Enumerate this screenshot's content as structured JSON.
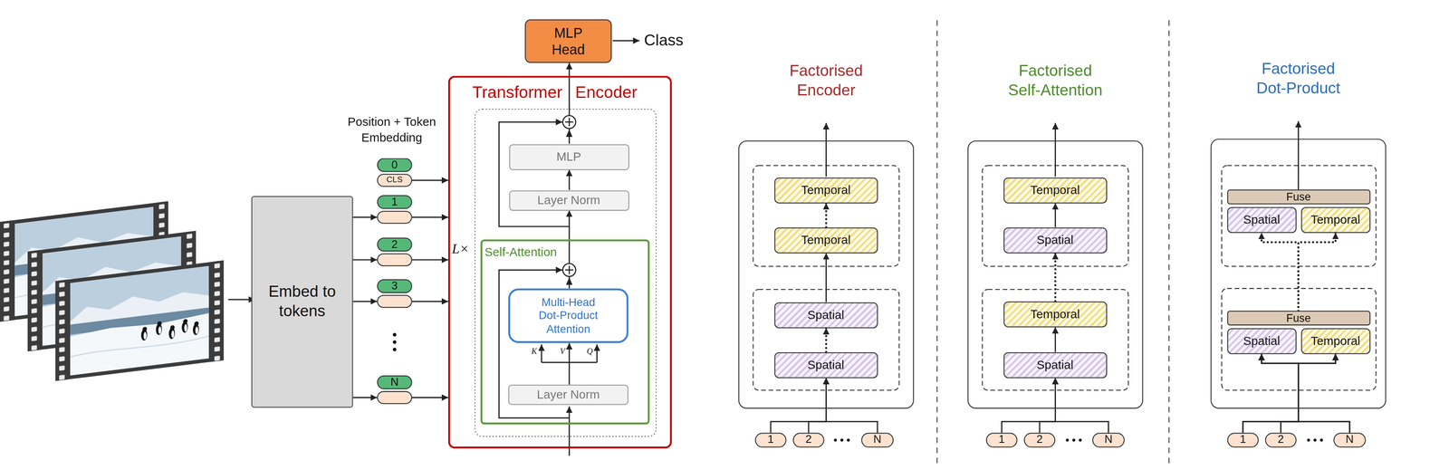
{
  "diagram": {
    "nodes": [
      {
        "text": [
          "Embed to tokens"
        ]
      },
      {
        "text": [
          "0",
          "CLS"
        ]
      },
      {
        "text": [
          "1"
        ]
      },
      {
        "text": [
          "2"
        ]
      },
      {
        "text": [
          "3"
        ]
      },
      {
        "text": [
          "N"
        ]
      },
      {
        "text": [
          "Transformer Encoder"
        ]
      },
      {
        "text": [
          "MLP"
        ],
        "in": 6
      },
      {
        "text": [
          "Layer Norm"
        ],
        "in": 6
      },
      {
        "text": [
          "Self-Attention"
        ],
        "in": 6
      },
      {
        "text": [
          "Multi-Head Dot-Product Attention"
        ],
        "in": 9
      },
      {
        "text": [
          "Layer Norm"
        ],
        "in": 9
      },
      {
        "text": [
          "MLP Head"
        ]
      },
      {
        "text": [
          "Factorised Encoder"
        ]
      },
      {
        "text": [
          "Temporal"
        ],
        "in": 13
      },
      {
        "text": [
          "Temporal"
        ],
        "in": 13
      },
      {
        "text": [
          "Spatial"
        ],
        "in": 13
      },
      {
        "text": [
          "Spatial"
        ],
        "in": 13
      },
      {
        "text": [
          "1"
        ]
      },
      {
        "text": [
          "2"
        ]
      },
      {
        "text": [
          "N"
        ]
      },
      {
        "text": [
          "Factorised Self-Attention"
        ]
      },
      {
        "text": [
          "Temporal"
        ],
        "in": 21
      },
      {
        "text": [
          "Spatial"
        ],
        "in": 21
      },
      {
        "text": [
          "Temporal"
        ],
        "in": 21
      },
      {
        "text": [
          "Spatial"
        ],
        "in": 21
      },
      {
        "text": [
          "1"
        ]
      },
      {
        "text": [
          "2"
        ]
      },
      {
        "text": [
          "N"
        ]
      },
      {
        "text": [
          "Factorised Dot-Product"
        ]
      },
      {
        "text": [
          "Fuse"
        ],
        "in": 29
      },
      {
        "text": [
          "Spatial"
        ],
        "in": 29
      },
      {
        "text": [
          "Temporal"
        ],
        "in": 29
      },
      {
        "text": [
          "Fuse"
        ],
        "in": 29
      },
      {
        "text": [
          "Spatial"
        ],
        "in": 29
      },
      {
        "text": [
          "Temporal"
        ],
        "in": 29
      },
      {
        "text": [
          "1"
        ]
      },
      {
        "text": [
          "2"
        ]
      },
      {
        "text": [
          "N"
        ]
      }
    ],
    "edges": [
      {
        "from": 0,
        "to": 2,
        "arrow": "to"
      },
      {
        "from": 0,
        "to": 3,
        "arrow": "to"
      },
      {
        "from": 0,
        "to": 4,
        "arrow": "to"
      },
      {
        "from": 0,
        "to": 5,
        "arrow": "to"
      },
      {
        "from": 1,
        "to": 6,
        "arrow": "to"
      },
      {
        "from": 2,
        "to": 6,
        "arrow": "to"
      },
      {
        "from": 3,
        "to": 6,
        "arrow": "to"
      },
      {
        "from": 4,
        "to": 6,
        "arrow": "to"
      },
      {
        "from": 5,
        "to": 6,
        "arrow": "to"
      },
      {
        "from": 11,
        "to": 10,
        "arrow": "to"
      },
      {
        "from": 10,
        "to": 8,
        "arrow": "to"
      },
      {
        "from": 8,
        "to": 7,
        "arrow": "to"
      },
      {
        "from": 7,
        "to": 12,
        "arrow": "to"
      },
      {
        "from": 18,
        "to": 17,
        "arrow": "to"
      },
      {
        "from": 19,
        "to": 17,
        "arrow": "to"
      },
      {
        "from": 20,
        "to": 17,
        "arrow": "to"
      },
      {
        "from": 17,
        "to": 16,
        "arrow": "to"
      },
      {
        "from": 16,
        "to": 15,
        "arrow": "to"
      },
      {
        "from": 15,
        "to": 14,
        "arrow": "to"
      },
      {
        "from": 26,
        "to": 25,
        "arrow": "to"
      },
      {
        "from": 27,
        "to": 25,
        "arrow": "to"
      },
      {
        "from": 28,
        "to": 25,
        "arrow": "to"
      },
      {
        "from": 25,
        "to": 24,
        "arrow": "to"
      },
      {
        "from": 24,
        "to": 23,
        "arrow": "to"
      },
      {
        "from": 23,
        "to": 22,
        "arrow": "to"
      },
      {
        "from": 36,
        "to": 34,
        "arrow": "to"
      },
      {
        "from": 37,
        "to": 34,
        "arrow": "to"
      },
      {
        "from": 38,
        "to": 34,
        "arrow": "to"
      },
      {
        "from": 36,
        "to": 35,
        "arrow": "to"
      },
      {
        "from": 37,
        "to": 35,
        "arrow": "to"
      },
      {
        "from": 38,
        "to": 35,
        "arrow": "to"
      },
      {
        "from": 33,
        "to": 31,
        "arrow": "to"
      },
      {
        "from": 33,
        "to": 32,
        "arrow": "to"
      }
    ],
    "labels": [
      "Position + Token Embedding",
      "L×",
      "K",
      "V",
      "Q",
      "Class"
    ]
  }
}
